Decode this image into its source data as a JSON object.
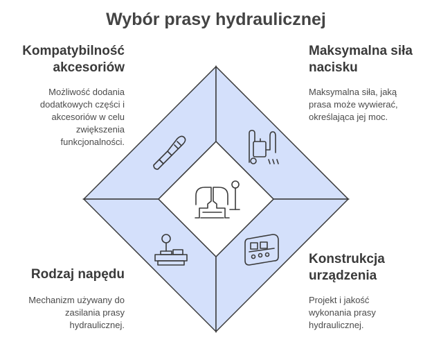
{
  "title": "Wybór prasy hydraulicznej",
  "quadrants": {
    "top_left": {
      "heading_line1": "Kompatybilność",
      "heading_line2": "akcesoriów",
      "desc": [
        "Możliwość dodania",
        "dodatkowych części i",
        "akcesoriów w celu",
        "zwiększenia",
        "funkcjonalności."
      ]
    },
    "top_right": {
      "heading_line1": "Maksymalna siła",
      "heading_line2": "nacisku",
      "desc": [
        "Maksymalna siła, jaką",
        "prasa może wywierać,",
        "określająca jej moc."
      ]
    },
    "bottom_left": {
      "heading_line1": "Rodzaj napędu",
      "desc": [
        "Mechanizm używany do",
        "zasilania prasy",
        "hydraulicznej."
      ]
    },
    "bottom_right": {
      "heading_line1": "Konstrukcja",
      "heading_line2": "urządzenia",
      "desc": [
        "Projekt i jakość",
        "wykonania prasy",
        "hydraulicznej."
      ]
    }
  },
  "icons": {
    "top_left": "tool-icon",
    "top_right": "pressure-gauge-icon",
    "bottom_left": "joystick-drive-icon",
    "bottom_right": "conveyor-icon",
    "center": "hydraulic-press-icon"
  },
  "colors": {
    "quadrant_fill": "#d4e0fb",
    "outline": "#3a3a3a",
    "center_fill": "#ffffff"
  }
}
